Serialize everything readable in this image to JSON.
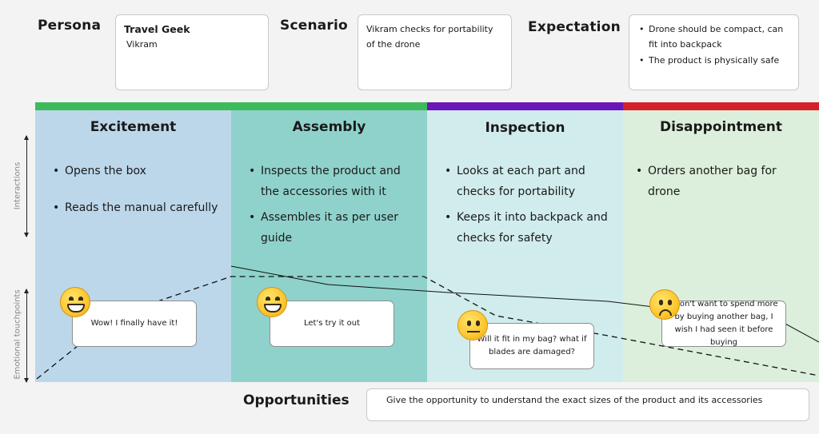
{
  "header": {
    "persona_label": "Persona",
    "persona_name": "Travel Geek",
    "persona_user": "Vikram",
    "scenario_label": "Scenario",
    "scenario_text": "Vikram checks for portability of the drone",
    "expectation_label": "Expectation",
    "expectations": [
      "Drone should be compact, can fit into backpack",
      "The product is physically safe"
    ]
  },
  "side_labels": {
    "interactions": "Interactions",
    "emotional": "Emotional touchpoints"
  },
  "stages": [
    {
      "title": "Excitement",
      "bar_color": "#3dbb5b",
      "bg_color": "#bcd7ea",
      "interactions": [
        "Opens the box",
        "Reads the manual carefully"
      ],
      "emotion": "happy",
      "quote": "Wow! I finally have it!"
    },
    {
      "title": "Assembly",
      "bar_color": "#3dbb5b",
      "bg_color": "#8fd2cb",
      "interactions": [
        "Inspects the product and the accessories with it",
        "Assembles it as per user guide"
      ],
      "emotion": "happy",
      "quote": "Let's try it out"
    },
    {
      "title": "Inspection",
      "bar_color": "#6a16b8",
      "bg_color": "#d1ecec",
      "interactions": [
        "Looks at each part and checks for portability",
        "Keeps it into backpack and checks for safety"
      ],
      "emotion": "neutral",
      "quote": "Will it fit in my bag? what if blades are damaged?"
    },
    {
      "title": "Disappointment",
      "bar_color": "#d5202a",
      "bg_color": "#dcefdc",
      "interactions": [
        "Orders another bag for drone"
      ],
      "emotion": "sad",
      "quote": "I don't want to spend more by buying another bag, I wish I had seen it before buying"
    }
  ],
  "opportunities": {
    "label": "Opportunities",
    "text": "Give the opportunity to understand the exact sizes of the product and its accessories"
  },
  "icons": {
    "happy": "grinning-face-icon",
    "neutral": "neutral-face-icon",
    "sad": "frowning-face-icon"
  }
}
